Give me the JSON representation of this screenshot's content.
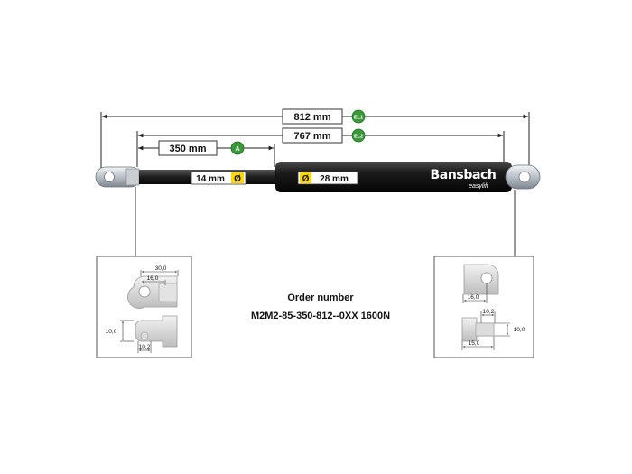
{
  "dimensions": {
    "overall_length": "812 mm",
    "overall_length_tag": "EL1",
    "eye_center_length": "767 mm",
    "eye_center_length_tag": "EL2",
    "stroke": "350 mm",
    "stroke_tag": "A",
    "rod_diameter": "14 mm",
    "tube_diameter": "28 mm",
    "diameter_symbol": "Ø"
  },
  "brand": {
    "name": "Bansbach",
    "tagline": "easylift"
  },
  "order": {
    "label": "Order number",
    "number": "M2M2-85-350-812--0XX 1600N"
  },
  "left_fitting": {
    "width_outer": "30,0",
    "width_inner": "16,0",
    "height": "10,0",
    "slot_width": "10,2"
  },
  "right_fitting": {
    "width": "16,0",
    "slot_width": "10,2",
    "height": "10,0",
    "length": "15,0"
  },
  "colors": {
    "tag_green": "#3a9a3a",
    "diameter_badge": "#ffd800",
    "tube": "#151515",
    "rod": "#1b1b1b",
    "line": "#222222"
  }
}
